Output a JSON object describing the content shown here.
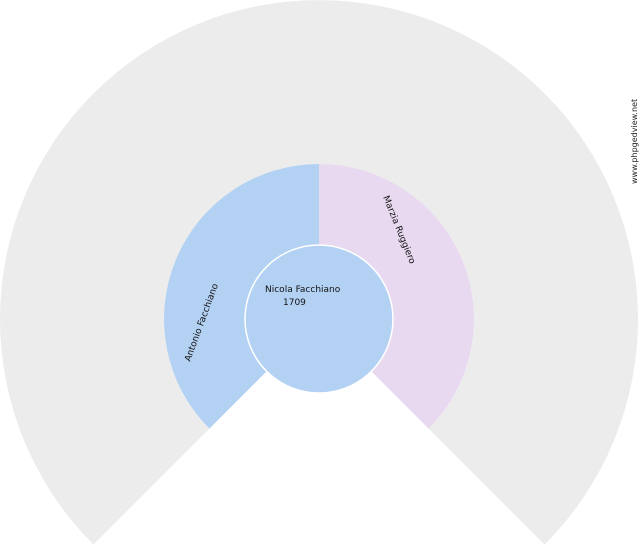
{
  "chart": {
    "type": "fan-chart",
    "root": {
      "name": "Nicola Facchiano",
      "year": "1709",
      "color": "#b3d1f3"
    },
    "father": {
      "name": "Antonio Facchiano",
      "color": "#b3d1f3"
    },
    "mother": {
      "name": "Marzia Ruggiero",
      "color": "#e8d9f1"
    },
    "outer_ring_color": "#ececec",
    "watermark": "www.phpgedview.net"
  }
}
